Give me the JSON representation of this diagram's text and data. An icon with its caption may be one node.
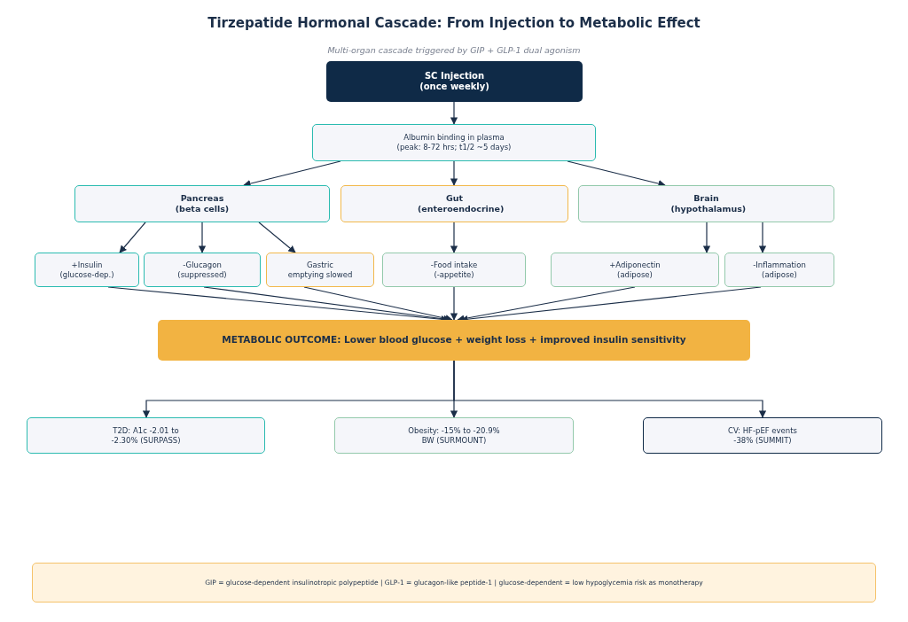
{
  "diagram": {
    "title": "Tirzepatide Hormonal Cascade: From Injection to Metabolic Effect",
    "nodes": [
      {
        "text": [
          "SC Injection (once weekly)"
        ]
      },
      {
        "text": [
          "Albumin binding in plasma (peak: 8-72 hrs; t1/2 ~5 days)"
        ]
      },
      {
        "text": [
          "Pancreas (beta cells)"
        ]
      },
      {
        "text": [
          "Gut (enteroendocrine)"
        ]
      },
      {
        "text": [
          "Brain (hypothalamus)"
        ]
      },
      {
        "text": [
          "+Insulin (glucose-dep.)"
        ]
      },
      {
        "text": [
          "-Glucagon (suppressed)"
        ]
      },
      {
        "text": [
          "Gastric emptying slowed"
        ]
      },
      {
        "text": [
          "-Food intake (-appetite)"
        ]
      },
      {
        "text": [
          "+Adiponectin (adipose)"
        ]
      },
      {
        "text": [
          "-Inflammation (adipose)"
        ]
      },
      {
        "text": [
          "METABOLIC OUTCOME: Lower blood glucose + weight loss + improved insulin sensitivity"
        ]
      },
      {
        "text": [
          "T2D: A1c -2.01 to -2.30% (SURPASS)"
        ]
      },
      {
        "text": [
          "Obesity: -15% to -20.9% BW (SURMOUNT)"
        ]
      },
      {
        "text": [
          "CV: HF-pEF events -38% (SUMMIT)"
        ]
      },
      {
        "text": [
          "GIP = glucose-dependent insulinotropic polypeptide | GLP-1 = glucagon-like peptide-1 | glucose-dependent = low hypoglycemia risk as monotherapy"
        ]
      }
    ],
    "edges": [
      {
        "from": 0,
        "to": 1,
        "arrow": "to"
      },
      {
        "from": 1,
        "to": 2,
        "arrow": "to"
      },
      {
        "from": 1,
        "to": 3,
        "arrow": "to"
      },
      {
        "from": 1,
        "to": 4,
        "arrow": "to"
      },
      {
        "from": 2,
        "to": 5,
        "arrow": "to"
      },
      {
        "from": 2,
        "to": 6,
        "arrow": "to"
      },
      {
        "from": 2,
        "to": 7,
        "arrow": "to"
      },
      {
        "from": 3,
        "to": 8,
        "arrow": "to"
      },
      {
        "from": 4,
        "to": 9,
        "arrow": "to"
      },
      {
        "from": 4,
        "to": 10,
        "arrow": "to"
      },
      {
        "from": 5,
        "to": 11,
        "arrow": "to"
      },
      {
        "from": 6,
        "to": 11,
        "arrow": "to"
      },
      {
        "from": 7,
        "to": 11,
        "arrow": "to"
      },
      {
        "from": 8,
        "to": 11,
        "arrow": "to"
      },
      {
        "from": 9,
        "to": 11,
        "arrow": "to"
      },
      {
        "from": 10,
        "to": 11,
        "arrow": "to"
      },
      {
        "from": 11,
        "to": 12,
        "arrow": "to"
      },
      {
        "from": 11,
        "to": 13,
        "arrow": "to"
      },
      {
        "from": 11,
        "to": 14,
        "arrow": "to"
      }
    ],
    "labels": [
      "Multi-organ cascade triggered by GIP + GLP-1 dual agonism"
    ]
  }
}
